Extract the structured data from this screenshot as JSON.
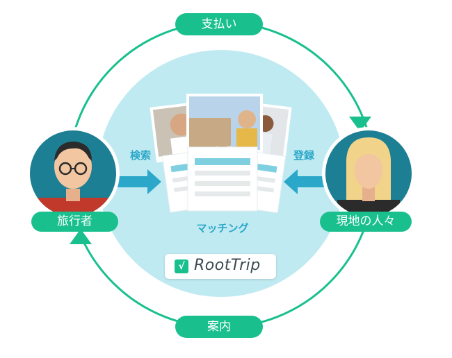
{
  "labels": {
    "top": "支払い",
    "bottom": "案内",
    "traveler": "旅行者",
    "locals": "現地の人々",
    "search": "検索",
    "register": "登録",
    "matching": "マッチング"
  },
  "logo": {
    "mark": "√",
    "text": "RootTrip"
  },
  "colors": {
    "accent_green": "#19c08e",
    "accent_blue": "#2aa7c9",
    "circle_bg": "#bfeaf1",
    "avatar_bg": "#1d7f93"
  },
  "icons": [
    "traveler-avatar-icon",
    "local-person-avatar-icon",
    "right-arrow-icon",
    "left-arrow-icon",
    "profile-cards-icon"
  ]
}
